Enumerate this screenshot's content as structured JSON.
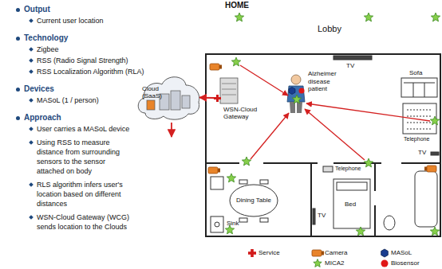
{
  "diagram": {
    "title": "HOME",
    "nodes": [
      {
        "text": [
          "Cloud (SaaS)"
        ]
      },
      {
        "text": [
          "WSN-Cloud Gateway"
        ]
      },
      {
        "text": [
          "Alzheimer disease patient"
        ]
      }
    ],
    "edges": [
      {
        "from": 1,
        "to": 0,
        "arrow": "to"
      }
    ],
    "labels": [
      "Output",
      "Current user location",
      "Technology",
      "Zigbee",
      "RSS (Radio Signal Strength)",
      "RSS Localization Algorithm (RLA)",
      "Devices",
      "MASoL (1 / person)",
      "Approach",
      "User carries a MASoL device",
      "Using RSS to measure distance from surrounding sensors to the sensor attached on body",
      "RLS algorithm infers user's location based on different distances",
      "WSN-Cloud Gateway (WCG) sends location to the Clouds",
      "Lobby",
      "TV",
      "Sofa",
      "Telephone",
      "TV",
      "Dining Table",
      "Sink",
      "Telephone",
      "Bed",
      "TV"
    ],
    "legend": [
      {
        "text": "Service"
      },
      {
        "text": "Camera"
      },
      {
        "text": "MASoL"
      },
      {
        "text": "MICA2"
      },
      {
        "text": "Biosensor"
      }
    ]
  }
}
